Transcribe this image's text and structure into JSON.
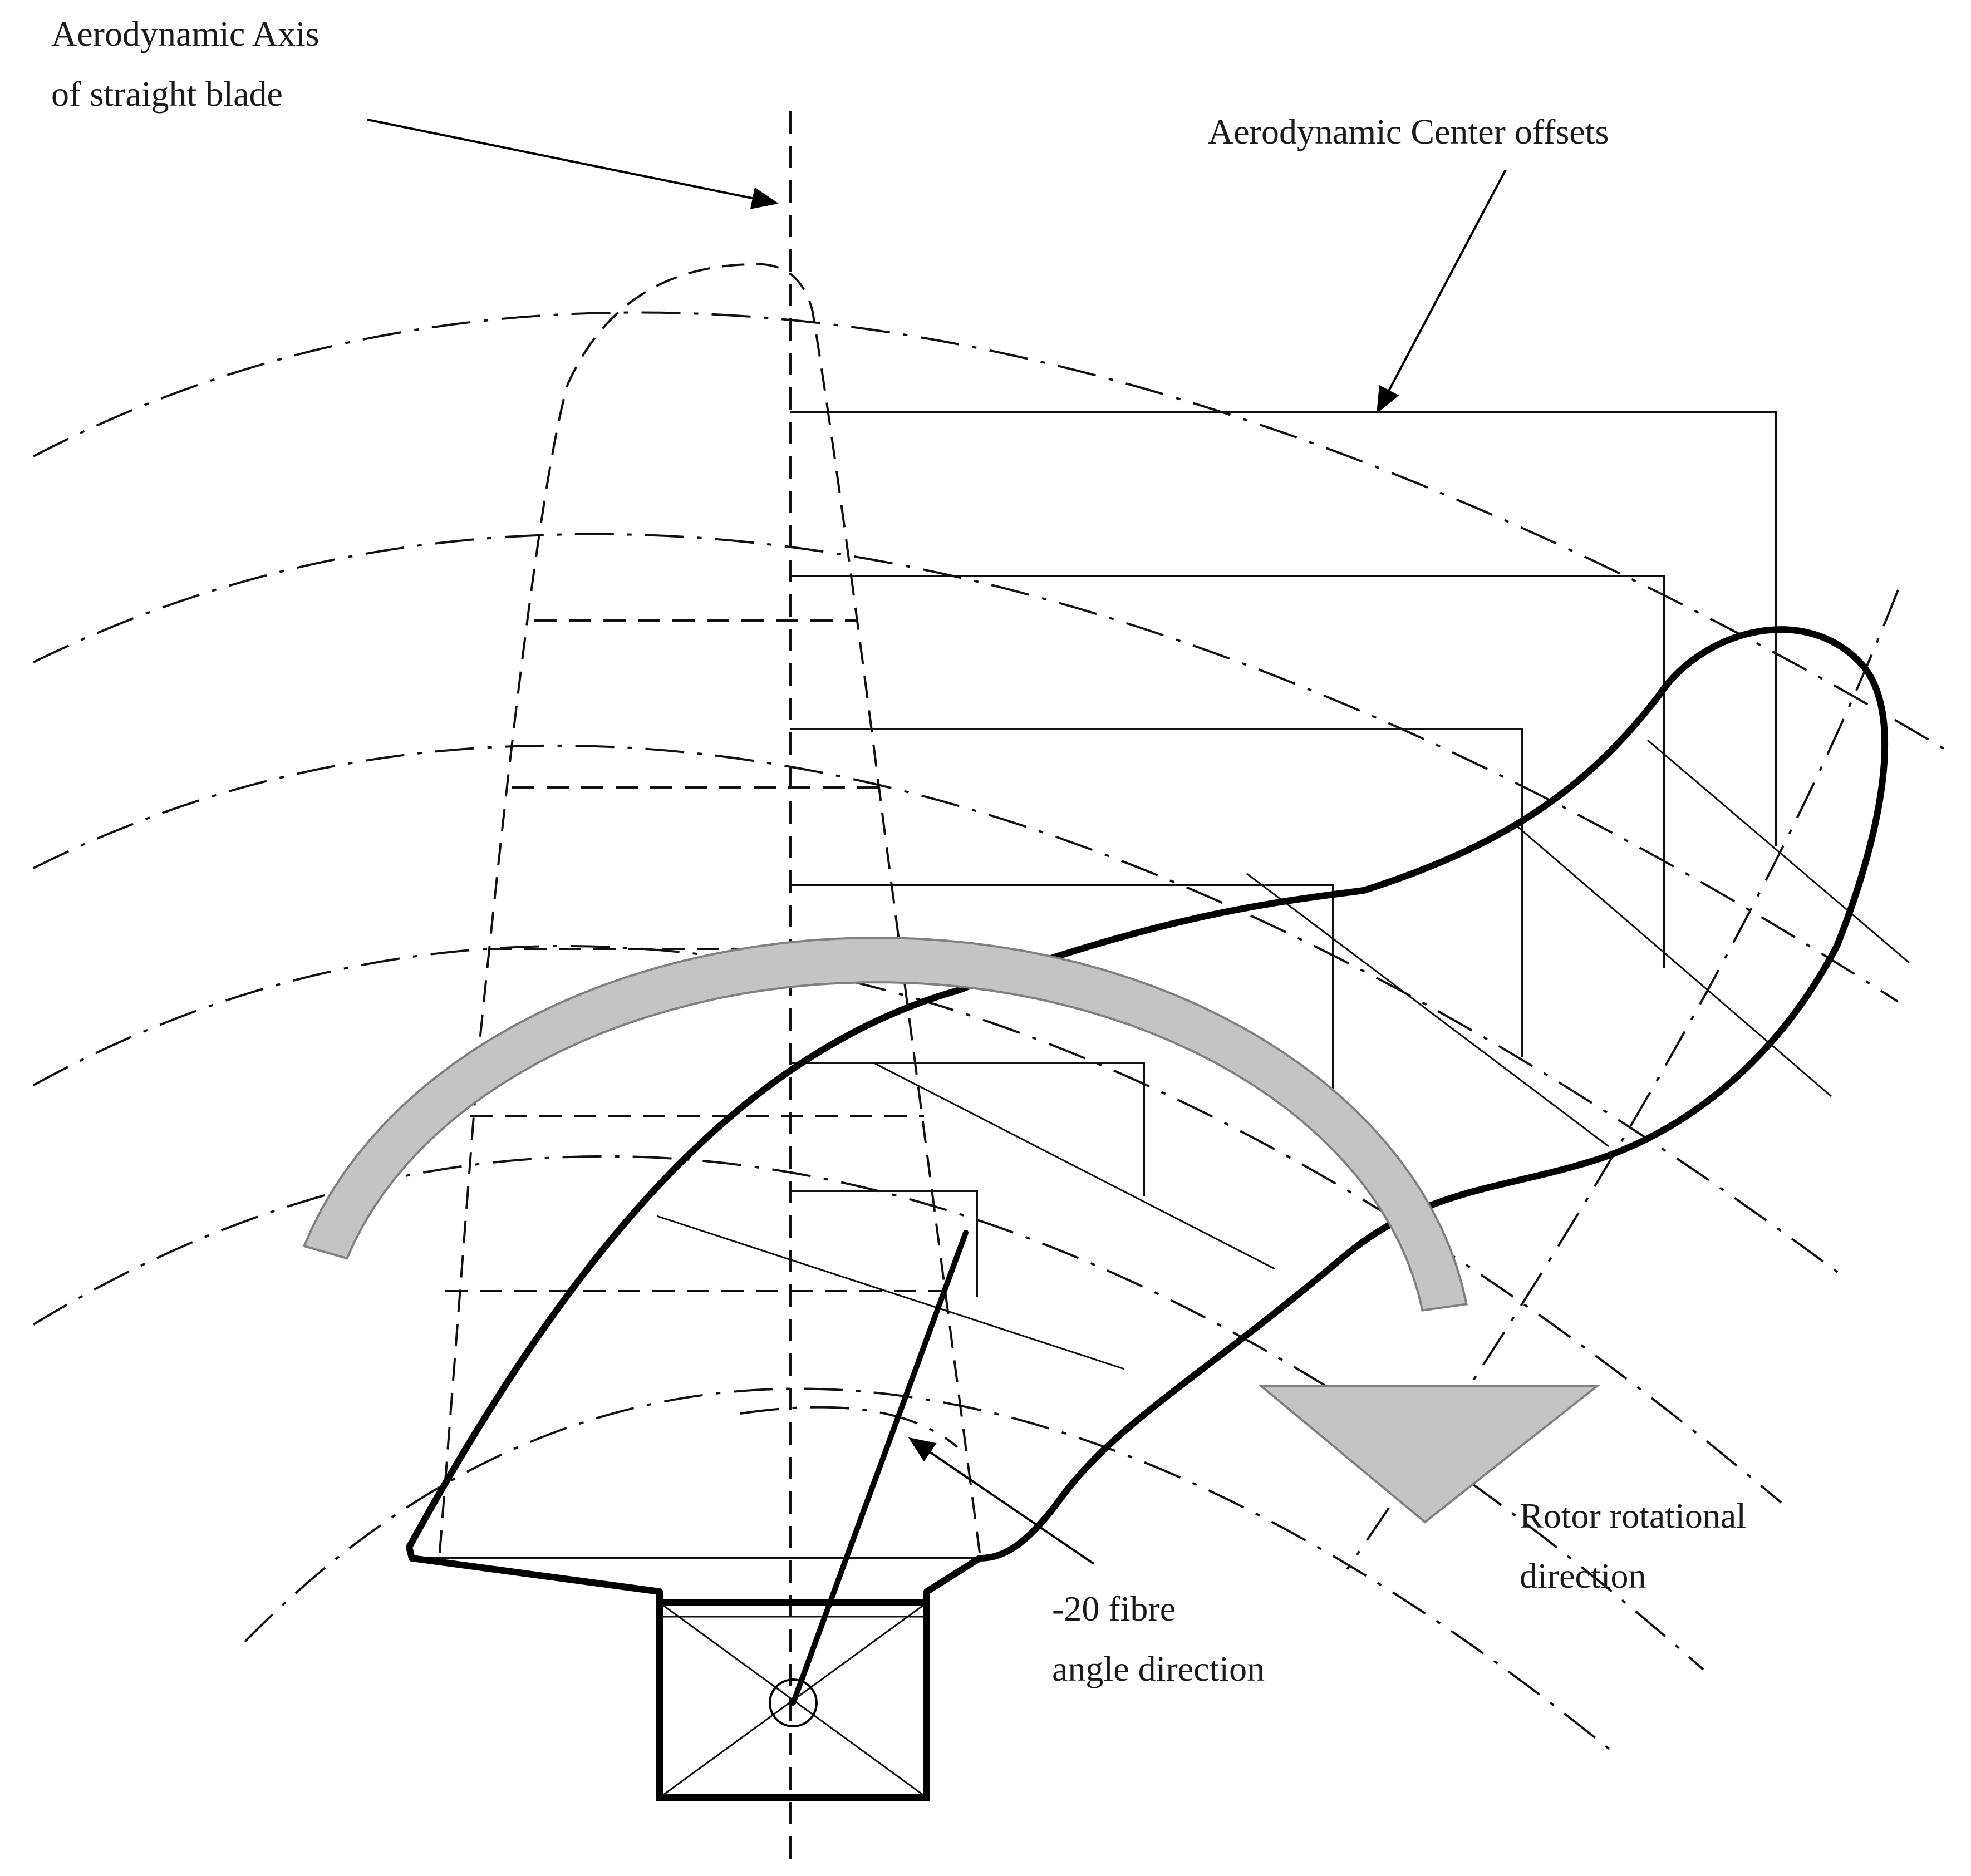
{
  "labels": {
    "axis_line1": "Aerodynamic Axis",
    "axis_line2": "of straight blade",
    "ac_offsets": "Aerodynamic Center offsets",
    "rotor_line1": "Rotor rotational",
    "rotor_line2": "direction",
    "fibre_line1": "-20 fibre",
    "fibre_line2": "angle direction"
  },
  "colors": {
    "rotation_arrow_fill": "#c4c4c4",
    "rotation_arrow_stroke": "#808080",
    "line": "#000000"
  }
}
